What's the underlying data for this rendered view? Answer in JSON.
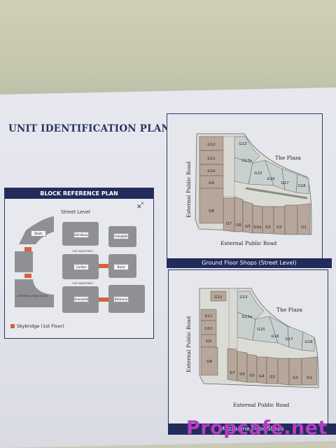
{
  "page": {
    "title": "UNIT IDENTIFICATION PLANS"
  },
  "block_reference": {
    "header": "BLOCK REFERENCE PLAN",
    "street_label": "Street Level",
    "north_label": "N",
    "logos": [
      "Boots",
      "Sainsbury",
      "Campbell",
      "Carlton",
      "Baird",
      "Greenside",
      "Britannia"
    ],
    "road_labels": [
      "THE HIGHSTREET",
      "THE HIGHSTREET",
      "EXTERNAL PUBLIC ROAD"
    ],
    "legend": "Skybridge (1st Floor)"
  },
  "ground_floor": {
    "caption": "Ground Floor Shops (Street Level)",
    "plaza_label": "The Plaza",
    "road_left": "External Public Road",
    "road_bottom": "External Public Road",
    "units": [
      "G12",
      "G13",
      "G11",
      "G13a",
      "G10",
      "G15",
      "G16",
      "G17",
      "G18",
      "G9",
      "G8",
      "G7",
      "G6",
      "G5",
      "G3a",
      "G3",
      "G2",
      "G1"
    ]
  },
  "mezzanine": {
    "caption": "Mezzanine Floor Shops",
    "plaza_label": "The Plaza",
    "road_left": "External Public Road",
    "road_bottom": "External Public Road",
    "units": [
      "G12",
      "G13",
      "G11",
      "G13a",
      "G10",
      "G15",
      "G16",
      "G17",
      "G18",
      "G9",
      "G8",
      "G7",
      "G6",
      "G5",
      "G4",
      "G3",
      "G2",
      "G1"
    ]
  },
  "watermark": "Propcafe.net",
  "colors": {
    "navy": "#222b5a",
    "unit_fill": "#b7a79a",
    "plaza_fill": "#c8d0cf",
    "skybridge": "#d8603f"
  }
}
